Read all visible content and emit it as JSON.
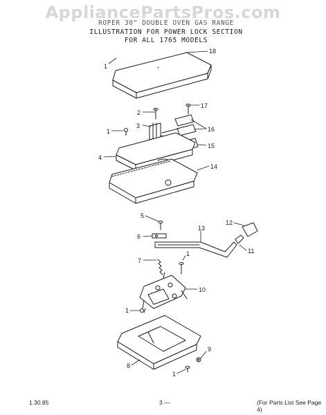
{
  "watermark": "AppliancePartsPros.com",
  "header": {
    "line1": "ROPER 30\" DOUBLE OVEN GAS RANGE",
    "line2": "ILLUSTRATION FOR POWER LOCK SECTION",
    "line3": "FOR ALL 1765 MODELS"
  },
  "callouts": {
    "c1a": "1",
    "c18": "18",
    "c2": "2",
    "c17": "17",
    "c3": "3",
    "c16": "16",
    "c1b": "1",
    "c15": "15",
    "c4": "4",
    "c14": "14",
    "c5": "5",
    "c13": "13",
    "c12": "12",
    "c6": "6",
    "c11": "11",
    "c7": "7",
    "c1c": "1",
    "c10": "10",
    "c1d": "1",
    "c9": "9",
    "c8": "8",
    "c1e": "1"
  },
  "footer": {
    "left": "1.30.85",
    "center": "3 —",
    "right": "(For Parts List See Page 4)"
  }
}
